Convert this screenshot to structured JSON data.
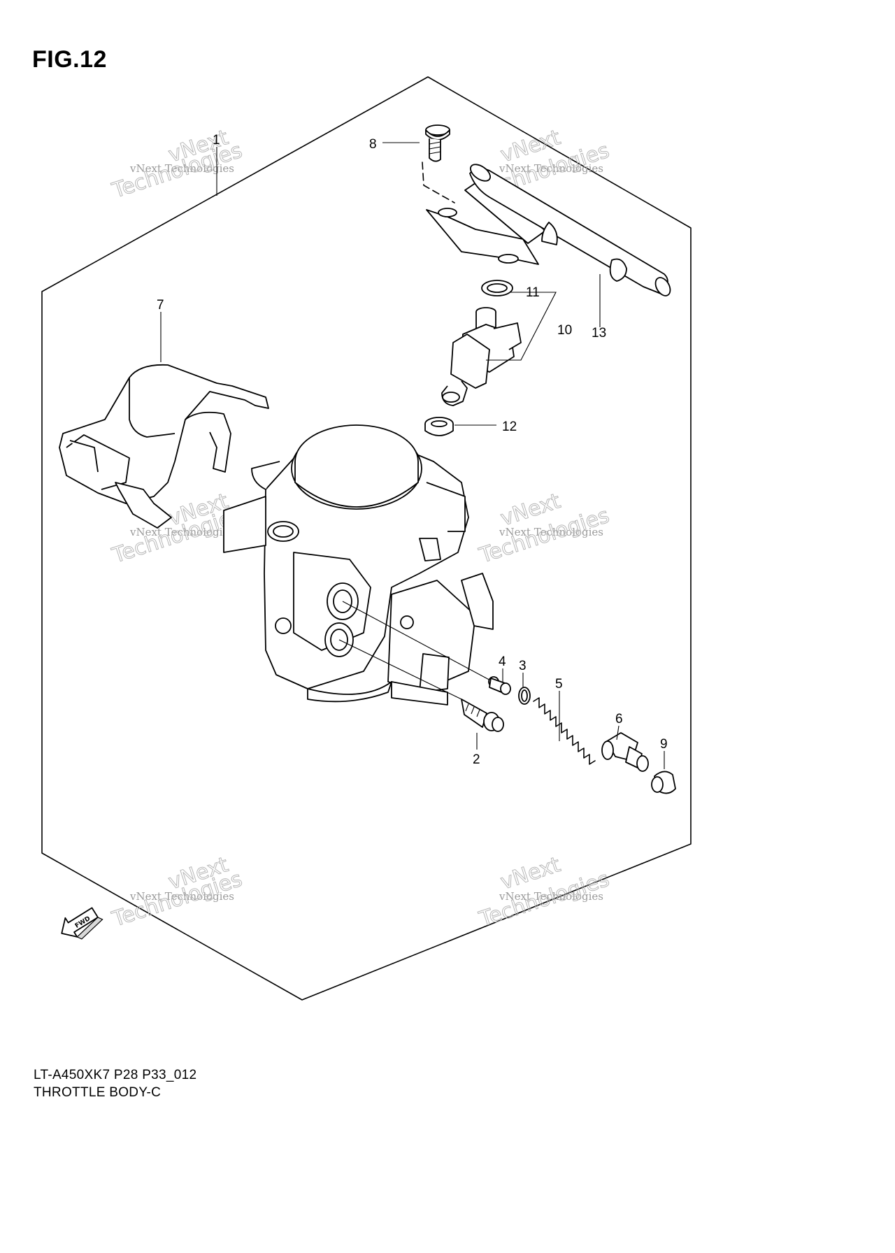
{
  "figure": {
    "title": "FIG.12",
    "caption_code": "LT-A450XK7 P28 P33_012",
    "caption_name": "THROTTLE BODY-C"
  },
  "callouts": [
    "1",
    "2",
    "3",
    "4",
    "5",
    "6",
    "7",
    "8",
    "9",
    "10",
    "11",
    "12",
    "13"
  ],
  "watermark": {
    "small": "vNext Technologies",
    "big_line1": "vNext",
    "big_line2": "Technologies"
  },
  "fwd_badge": "FWD"
}
